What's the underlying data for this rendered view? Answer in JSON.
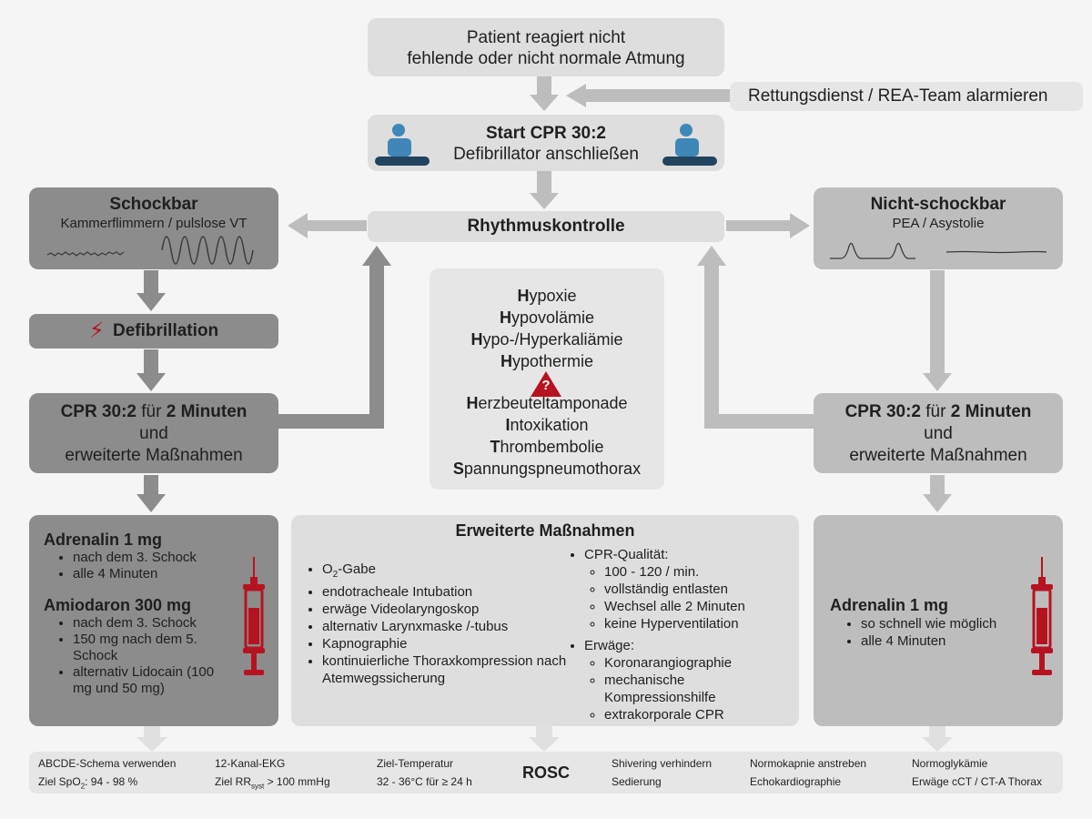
{
  "top": {
    "line1": "Patient reagiert nicht",
    "line2": "fehlende oder nicht normale Atmung"
  },
  "alarm": "Rettungsdienst / REA-Team alarmieren",
  "start": {
    "title": "Start CPR 30:2",
    "subtitle": "Defibrillator anschließen"
  },
  "rhythm": "Rhythmuskontrolle",
  "shockable": {
    "title": "Schockbar",
    "subtitle": "Kammerflimmern / pulslose VT"
  },
  "nonshockable": {
    "title": "Nicht-schockbar",
    "subtitle": "PEA / Asystolie"
  },
  "defib": "Defibrillation",
  "cpr": {
    "part1": "CPR 30:2",
    "part2": " für ",
    "part3": "2 Minuten",
    "line2": "und",
    "line3": "erweiterte Maßnahmen"
  },
  "hits": {
    "h": [
      {
        "cap": "H",
        "rest": "ypoxie"
      },
      {
        "cap": "H",
        "rest": "ypovolämie"
      },
      {
        "cap": "H",
        "rest": "ypo-/Hyperkaliämie"
      },
      {
        "cap": "H",
        "rest": "ypothermie"
      }
    ],
    "t": [
      {
        "cap": "H",
        "rest": "erzbeuteltamponade"
      },
      {
        "cap": "I",
        "rest": "ntoxikation"
      },
      {
        "cap": "T",
        "rest": "hrombembolie"
      },
      {
        "cap": "S",
        "rest": "pannungspneumothorax"
      }
    ],
    "warning_symbol": "?"
  },
  "left_meds": {
    "adrenalin_title": "Adrenalin 1 mg",
    "adrenalin_items": [
      "nach dem 3. Schock",
      "alle 4 Minuten"
    ],
    "amiodaron_title": "Amiodaron 300 mg",
    "amiodaron_items": [
      "nach dem 3. Schock",
      "150 mg nach dem 5. Schock",
      "alternativ Lidocain (100 mg und 50 mg)"
    ]
  },
  "right_meds": {
    "adrenalin_title": "Adrenalin 1 mg",
    "adrenalin_items": [
      "so schnell wie möglich",
      "alle 4 Minuten"
    ]
  },
  "erweiterte": {
    "title": "Erweiterte Maßnahmen",
    "o2_prefix": "O",
    "o2_sub": "2",
    "o2_suffix": "-Gabe",
    "left_items": [
      "endotracheale Intubation",
      "erwäge Videolaryngoskop",
      "alternativ Larynxmaske /-tubus",
      "Kapnographie",
      "kontinuierliche Thoraxkompression nach Atemwegssicherung"
    ],
    "quality_label": "CPR-Qualität:",
    "quality_items": [
      "100 - 120 / min.",
      "vollständig entlasten",
      "Wechsel alle 2 Minuten",
      "keine Hyperventilation"
    ],
    "erwaege_label": "Erwäge:",
    "erwaege_items": [
      "Koronarangiographie",
      "mechanische Kompressionshilfe",
      "extrakorporale CPR"
    ]
  },
  "rosc": {
    "title": "ROSC",
    "c1a": "ABCDE-Schema verwenden",
    "c1b_pre": "Ziel SpO",
    "c1b_sub": "2",
    "c1b_post": ": 94 - 98 %",
    "c2a": "12-Kanal-EKG",
    "c2b_pre": "Ziel RR",
    "c2b_sub": "syst",
    "c2b_post": " > 100 mmHg",
    "c3a": "Ziel-Temperatur",
    "c3b": "32 - 36°C für ≥ 24 h",
    "c4a": "Shivering verhindern",
    "c4b": "Sedierung",
    "c5a": "Normokapnie anstreben",
    "c5b": "Echokardiographie",
    "c6a": "Normoglykämie",
    "c6b": "Erwäge cCT / CT-A Thorax"
  },
  "colors": {
    "accent_red": "#b7121f",
    "icon_blue": "#3f87b8",
    "icon_dark": "#22435e",
    "dark_box": "#8c8c8c",
    "light_box": "#dedede"
  }
}
